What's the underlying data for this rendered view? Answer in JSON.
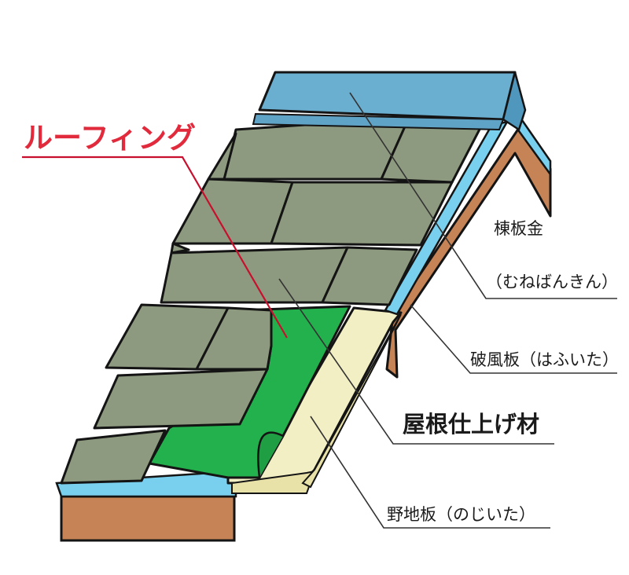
{
  "labels": {
    "roofing": "ルーフィング",
    "ridge_metal": "棟板金",
    "ridge_metal_reading": "（むねばんきん）",
    "barge_board": "破風板（はふいた）",
    "roof_finish": "屋根仕上げ材",
    "sheathing": "野地板（のじいた）"
  },
  "colors": {
    "roofing_label": "#e12a3c",
    "shingle": "#8e9a7f",
    "roofing_membrane": "#22b14c",
    "sheathing": "#f3efc4",
    "ridge_metal": "#6aaed0",
    "fascia_blue": "#79d0ee",
    "barge_board": "#c58356"
  }
}
